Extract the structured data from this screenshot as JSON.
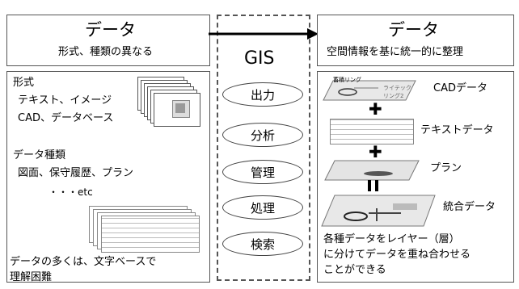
{
  "left": {
    "title": "データ",
    "subtitle": "形式、種類の異なる",
    "section1_heading": "形式",
    "section1_line1": "テキスト、イメージ",
    "section1_line2": "CAD、データベース",
    "section2_heading": "データ種類",
    "section2_line1": "図面、保守履歴、プラン",
    "section2_line2": "・・・etc",
    "note_line1": "データの多くは、文字ベースで",
    "note_line2": "理解困難"
  },
  "center": {
    "title": "GIS",
    "functions": [
      "出力",
      "分析",
      "管理",
      "処理",
      "検索"
    ]
  },
  "right": {
    "title": "データ",
    "subtitle": "空間情報を基に統一的に整理",
    "layers": [
      "CADデータ",
      "テキストデータ",
      "プラン",
      "統合データ"
    ],
    "cad_overlay_label1": "蓄積リング",
    "cad_overlay_label2": "ライテック",
    "cad_overlay_label3": "リング2",
    "note_line1": "各種データをレイヤー（層）",
    "note_line2": "に分けてデータを重ね合わせる",
    "note_line3": "ことができる"
  },
  "colors": {
    "border": "#555555",
    "layer_fill": "#e8e8e8",
    "ellipse": "#333333"
  }
}
